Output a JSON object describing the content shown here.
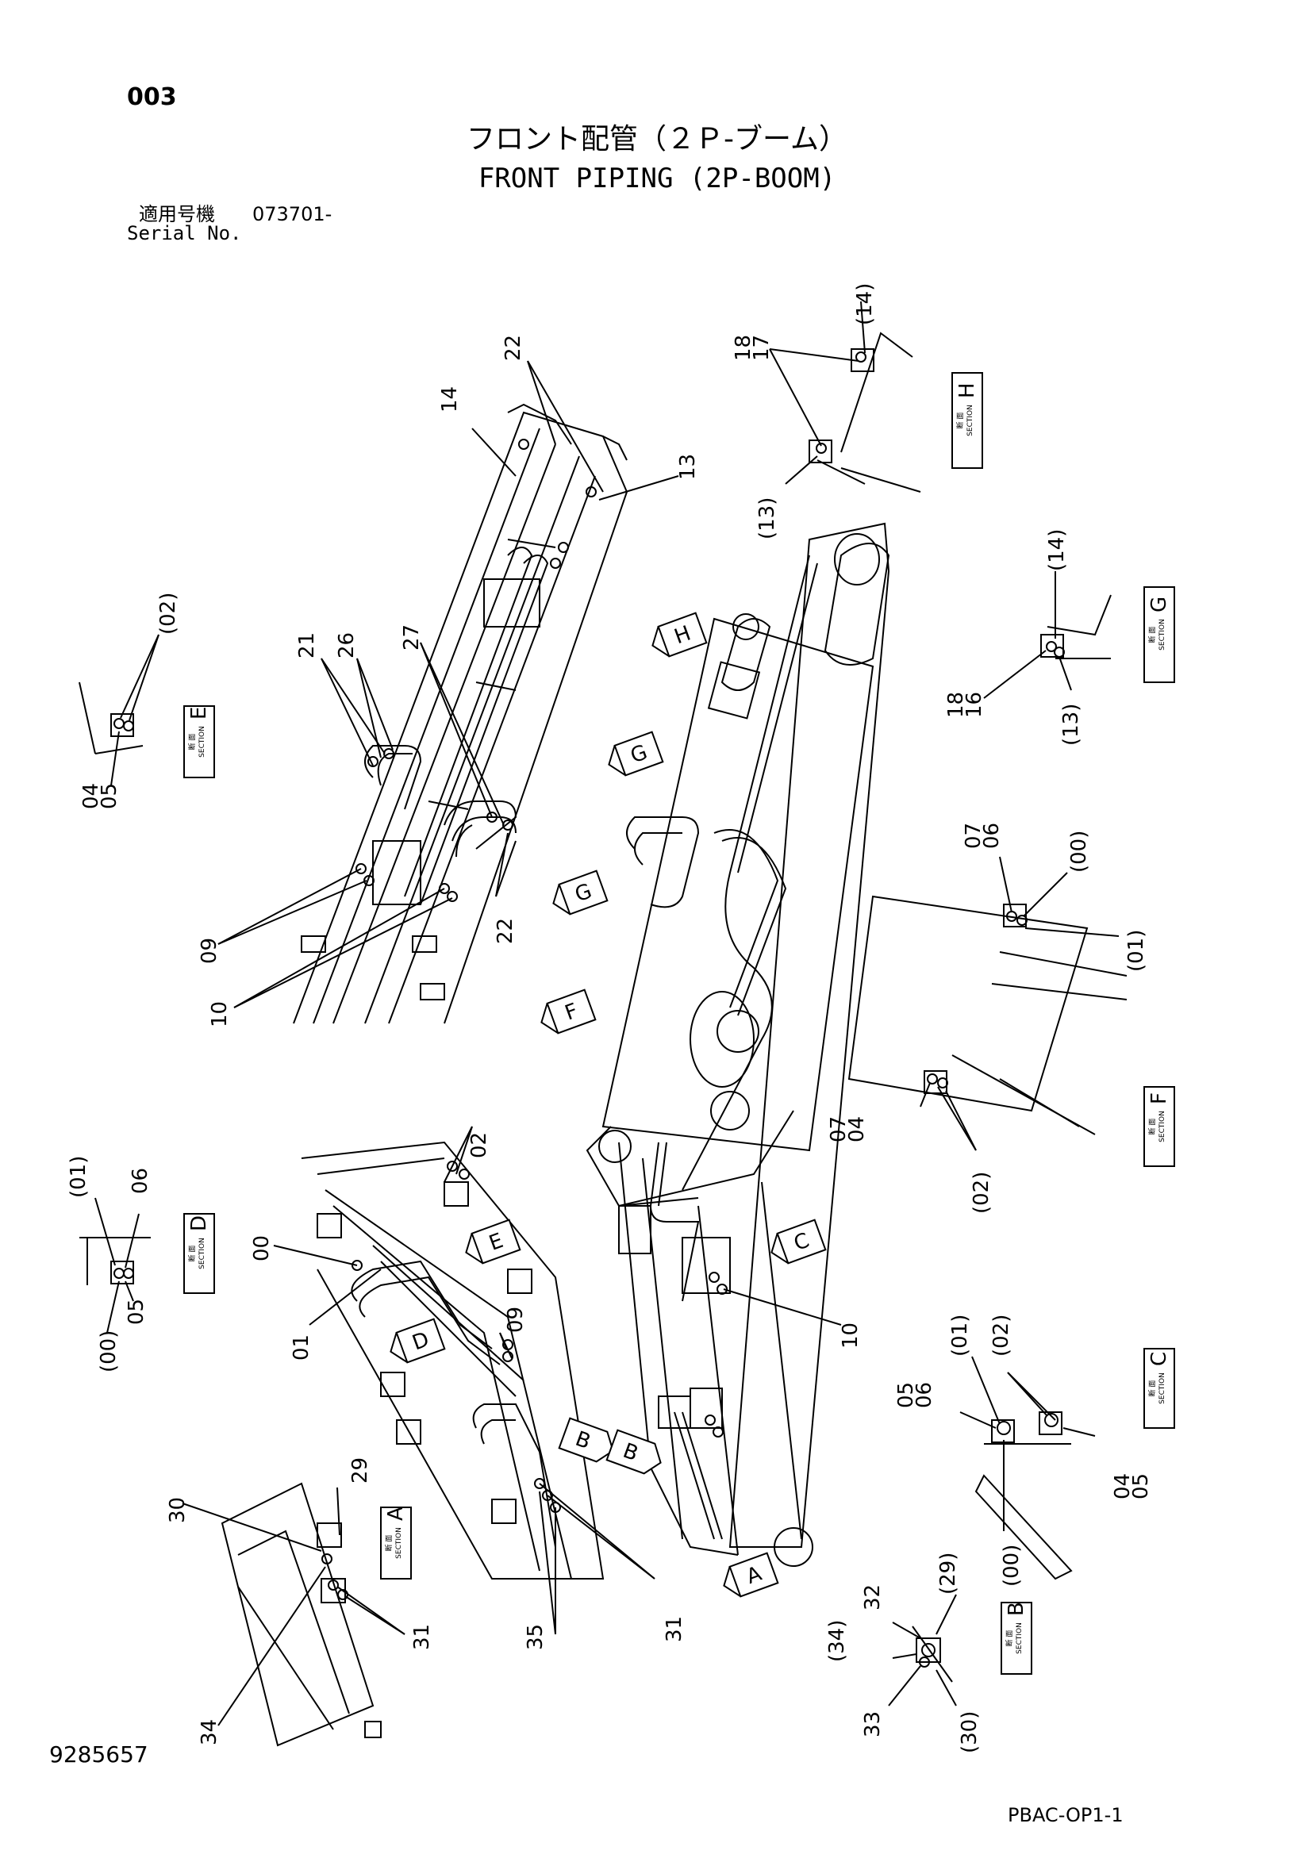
{
  "header": {
    "page_number": "003",
    "title_jp": "フロント配管（２Ｐ-ブーム）",
    "title_en": "FRONT PIPING (2P-BOOM)",
    "serial_label_jp": "適用号機",
    "serial_code": "073701-",
    "serial_label_en": "Serial No."
  },
  "footer": {
    "doc_number": "9285657",
    "sheet_code": "PBAC-OP1-1"
  },
  "section_word_jp": "断 面",
  "section_word_en": "SECTION",
  "sections": [
    "A",
    "B",
    "C",
    "D",
    "E",
    "F",
    "G",
    "H"
  ],
  "view_arrows": [
    "A",
    "B",
    "B",
    "C",
    "D",
    "E",
    "F",
    "G",
    "G",
    "H"
  ],
  "labels": {
    "boom_upper": [
      "22",
      "14",
      "13",
      "21",
      "26",
      "27",
      "09",
      "10",
      "22"
    ],
    "section_h": [
      "(14)",
      "18",
      "17",
      "(13)"
    ],
    "section_g": [
      "(14)",
      "18",
      "16",
      "(13)"
    ],
    "section_e": [
      "(02)",
      "04",
      "05"
    ],
    "section_f": [
      "07",
      "06",
      "(00)",
      "(01)",
      "07",
      "04",
      "(02)"
    ],
    "section_d": [
      "(01)",
      "06",
      "05",
      "(00)"
    ],
    "boom_lower": [
      "02",
      "00",
      "01",
      "09",
      "10"
    ],
    "section_c": [
      "(01)",
      "(02)",
      "05",
      "06",
      "04",
      "05",
      "(00)"
    ],
    "section_a": [
      "29",
      "30",
      "31",
      "34"
    ],
    "cylinder_mount": [
      "31",
      "35"
    ],
    "section_b": [
      "32",
      "(29)",
      "(34)",
      "33",
      "(30)"
    ]
  }
}
